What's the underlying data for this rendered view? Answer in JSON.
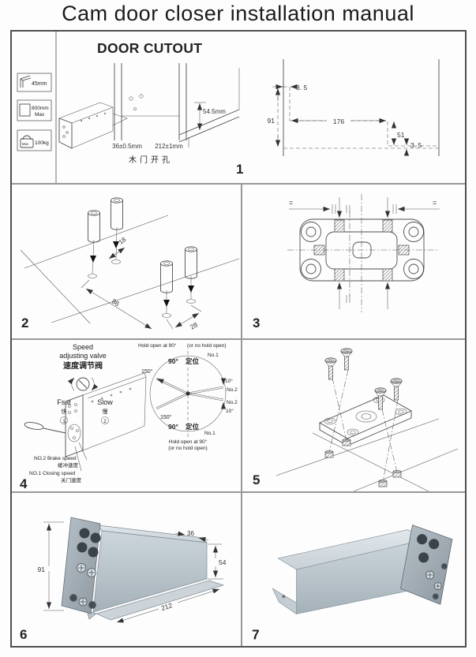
{
  "title": "Cam door closer installation manual",
  "p1": {
    "number": "1",
    "heading": "DOOR CUTOUT",
    "caption_cn": "木门开孔",
    "icon_door_angle": "45mm",
    "icon_width_1": "800mm",
    "icon_width_2": "Max",
    "icon_weight": "100kg",
    "icon_weight_glyph": "Max",
    "dim_depth": "54.5mm",
    "dim_width": "36±0.5mm",
    "dim_length": "212±1mm",
    "profile_top": "3. 5",
    "profile_height": "91",
    "profile_length": "176",
    "profile_step": "51",
    "profile_bottom": "3. 5"
  },
  "p2": {
    "number": "2",
    "dim_spacing": "18",
    "dim_length": "86",
    "dim_width": "28"
  },
  "p3": {
    "number": "3",
    "equal_mark": "="
  },
  "p4": {
    "number": "4",
    "valve_line1": "Speed",
    "valve_line2": "adjusting valve",
    "valve_cn": "速度调节阀",
    "fast": "Fsat",
    "fast_cn": "快",
    "fast_num": "1",
    "slow": "Slow",
    "slow_cn": "慢",
    "slow_num": "2",
    "hold_top_1": "Hold open at 90°",
    "hold_top_2": "(or no hold open)",
    "deg_90": "90°",
    "positioning_cn": "定位",
    "no1": "No.1",
    "no2": "No.2",
    "deg_150": "150°",
    "deg_10": "10°",
    "hold_bottom_1": "Hold open at 90°",
    "hold_bottom_2": "(or no hold open)",
    "brake": "NO.2 Brake speed",
    "brake_cn": "缓冲速度",
    "closing": "NO.1 Closing speed",
    "closing_cn": "关门速度"
  },
  "p5": {
    "number": "5"
  },
  "p6": {
    "number": "6",
    "dim_height": "91",
    "dim_width": "36",
    "dim_depth": "54",
    "dim_length": "212"
  },
  "p7": {
    "number": "7"
  }
}
